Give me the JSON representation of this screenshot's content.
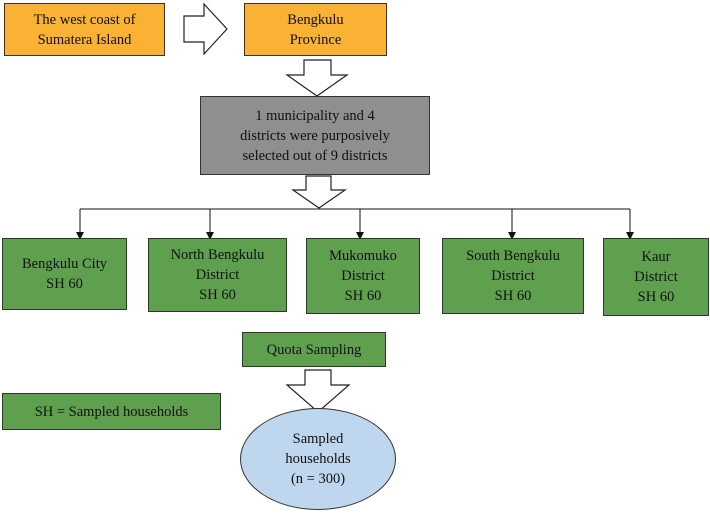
{
  "location": {
    "label": "The west coast of\nSumatera Island"
  },
  "province": {
    "label": "Bengkulu\nProvince"
  },
  "selection": {
    "label": "1 municipality and 4\ndistricts were purposively\nselected out of 9 districts"
  },
  "districts": [
    {
      "label": "Bengkulu City\nSH 60"
    },
    {
      "label": "North Bengkulu\nDistrict\nSH 60"
    },
    {
      "label": "Mukomuko\nDistrict\nSH 60"
    },
    {
      "label": "South Bengkulu\nDistrict\nSH 60"
    },
    {
      "label": "Kaur\nDistrict\nSH 60"
    }
  ],
  "method": {
    "label": "Quota Sampling"
  },
  "legend": {
    "label": "SH = Sampled households"
  },
  "result": {
    "label": "Sampled\nhouseholds\n(n = 300)"
  },
  "colors": {
    "orange": "#f9b233",
    "grey": "#8f8f8f",
    "green": "#5fa04f",
    "blue": "#bed7ee"
  }
}
